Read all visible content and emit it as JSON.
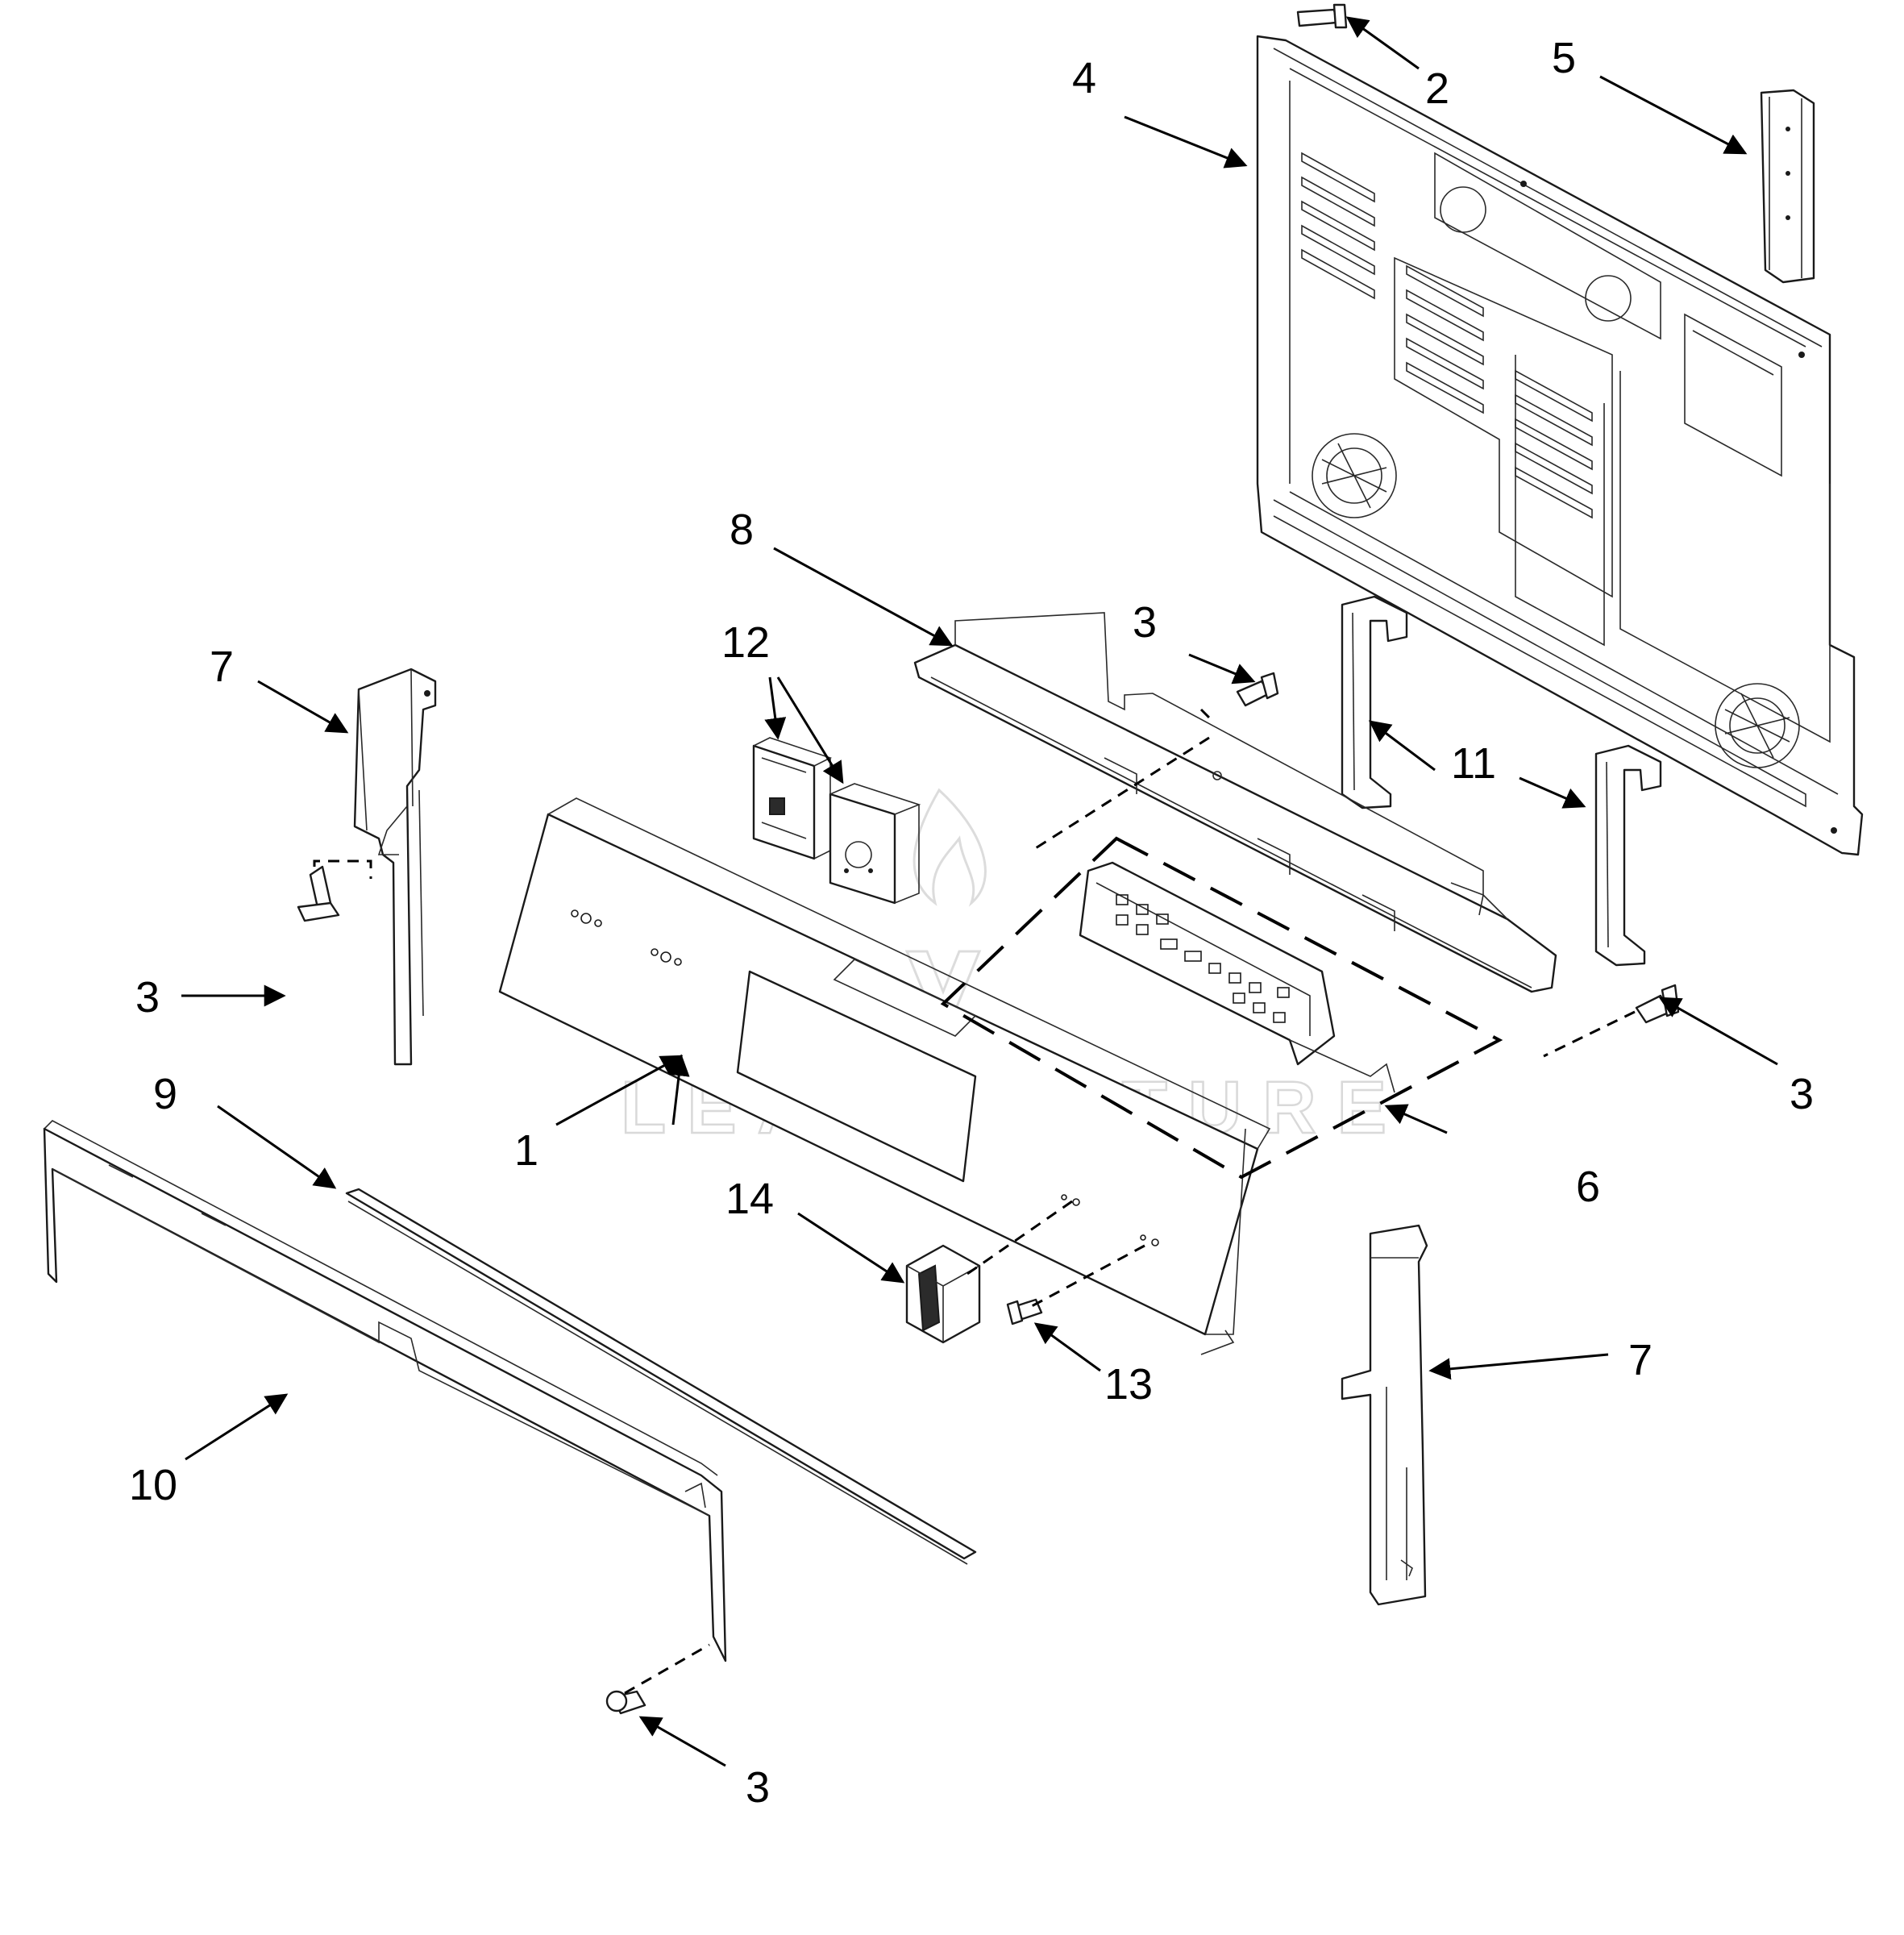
{
  "diagram": {
    "watermark": "LEADVENTURE",
    "callouts": {
      "c1": "1",
      "c2": "2",
      "c3_a": "3",
      "c3_b": "3",
      "c3_c": "3",
      "c3_d": "3",
      "c4": "4",
      "c5": "5",
      "c6": "6",
      "c7_a": "7",
      "c7_b": "7",
      "c8": "8",
      "c9": "9",
      "c10": "10",
      "c11": "11",
      "c12": "12",
      "c13": "13",
      "c14": "14"
    }
  }
}
